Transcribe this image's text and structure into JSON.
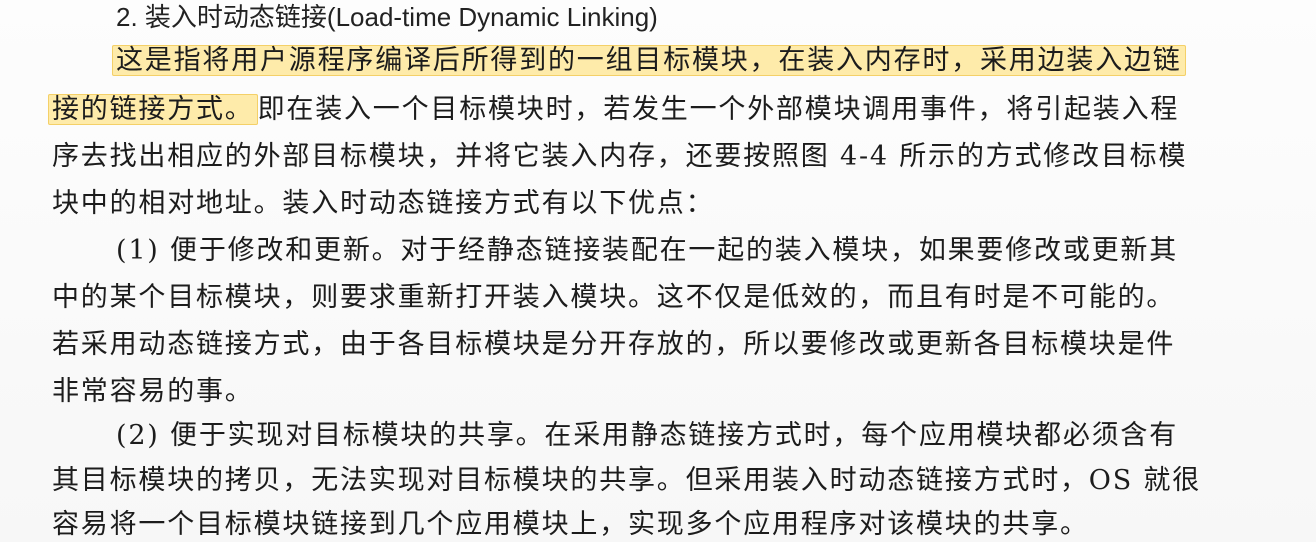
{
  "heading": "2. 装入时动态链接(Load-time Dynamic Linking)",
  "paragraph1": {
    "line1_highlight": "这是指将用户源程序编译后所得到的一组目标模块，在装入内存时，采用边装入边链",
    "line2_highlight": "接的链接方式。",
    "line2_rest": "即在装入一个目标模块时，若发生一个外部模块调用事件，将引起装入程",
    "line3": "序去找出相应的外部目标模块，并将它装入内存，还要按照图 4-4 所示的方式修改目标模",
    "line4": "块中的相对地址。装入时动态链接方式有以下优点："
  },
  "point1": {
    "line1": "(1) 便于修改和更新。对于经静态链接装配在一起的装入模块，如果要修改或更新其",
    "line2": "中的某个目标模块，则要求重新打开装入模块。这不仅是低效的，而且有时是不可能的。",
    "line3": "若采用动态链接方式，由于各目标模块是分开存放的，所以要修改或更新各目标模块是件",
    "line4": "非常容易的事。"
  },
  "point2": {
    "line1": "(2) 便于实现对目标模块的共享。在采用静态链接方式时，每个应用模块都必须含有",
    "line2": "其目标模块的拷贝，无法实现对目标模块的共享。但采用装入时动态链接方式时，OS 就很",
    "line3": "容易将一个目标模块链接到几个应用模块上，实现多个应用程序对该模块的共享。"
  },
  "colors": {
    "highlight": "#ffe078",
    "text": "#1c1c1c",
    "background": "#fdfdfd"
  }
}
